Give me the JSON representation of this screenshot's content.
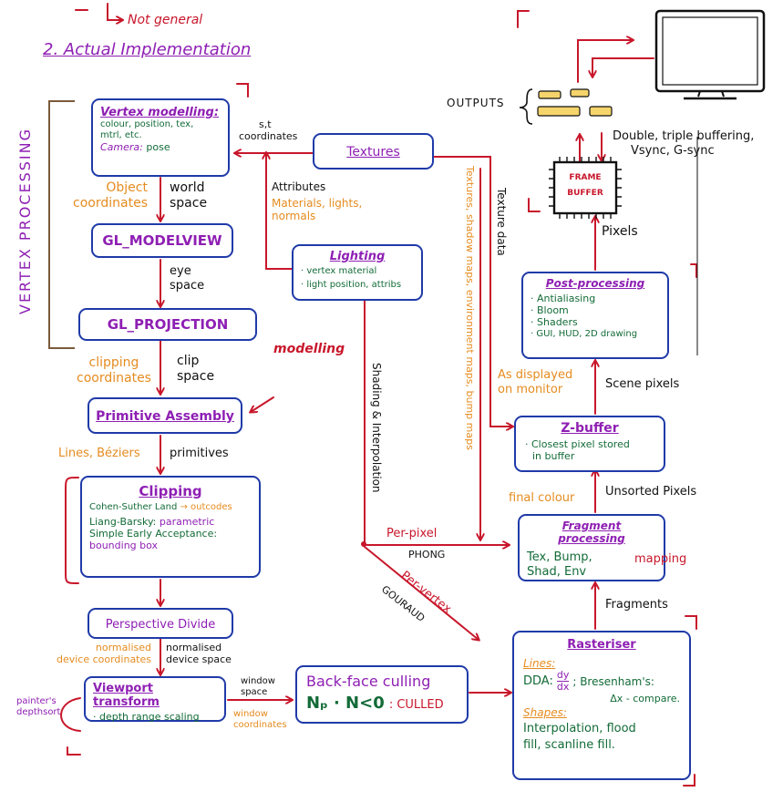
{
  "header": {
    "note": "Not general",
    "section_title": "2. Actual Implementation"
  },
  "side": {
    "vertex_processing": "VERTEX PROCESSING",
    "modelling": "modelling",
    "painters_line1": "painter's",
    "painters_line2": "depthsort"
  },
  "nodes": {
    "vertex_modelling": {
      "title": "Vertex modelling:",
      "line1": "colour, position, tex,",
      "line2": "mtrl, etc.",
      "camera_label": "Camera:",
      "camera_value": "pose"
    },
    "gl_modelview": {
      "title": "GL_MODELVIEW"
    },
    "gl_projection": {
      "title": "GL_PROJECTION"
    },
    "primitive_assembly": {
      "title": "Primitive Assembly"
    },
    "clipping": {
      "title": "Clipping",
      "line1_a": "Cohen-Suther Land",
      "line1_b": "→ outcodes",
      "line2_a": "Liang-Barsky:",
      "line2_b": "parametric",
      "line3": "Simple Early Acceptance:",
      "line4": "bounding box"
    },
    "perspective_divide": {
      "title": "Perspective Divide"
    },
    "viewport_transform": {
      "title": "Viewport transform",
      "bullet": "· depth range scaling"
    },
    "back_face_culling": {
      "title": "Back-face culling",
      "formula": "Nₚ · N<0",
      "result": ": CULLED"
    },
    "textures": {
      "title": "Textures"
    },
    "lighting": {
      "title": "Lighting",
      "bullet1": "· vertex material",
      "bullet2": "· light position, attribs"
    },
    "rasteriser": {
      "title": "Rasteriser",
      "lines_label": "Lines:",
      "dda": "DDA:",
      "dda_frac_top": "dy",
      "dda_frac_bottom": "dx",
      "bresenham": "; Bresenham's:",
      "bresenham_2": "Δx - compare.",
      "shapes_label": "Shapes:",
      "shapes_1": "Interpolation, flood",
      "shapes_2": "fill, scanline fill."
    },
    "fragment_processing": {
      "title": "Fragment processing",
      "line1": "Tex, Bump,",
      "line2": "Shad, Env",
      "mapping": "mapping"
    },
    "z_buffer": {
      "title": "Z-buffer",
      "line1": "· Closest pixel stored",
      "line2": "in buffer"
    },
    "post_processing": {
      "title": "Post-processing",
      "b1": "· Antialiasing",
      "b2": "· Bloom",
      "b3": "· Shaders",
      "b4": "· GUI, HUD, 2D drawing"
    },
    "frame_buffer": {
      "line1": "FRAME",
      "line2": "BUFFER"
    }
  },
  "edge_labels": {
    "object_coordinates": [
      "Object",
      "coordinates"
    ],
    "world_space": [
      "world",
      "space"
    ],
    "eye_space": [
      "eye",
      "space"
    ],
    "clipping_coordinates": [
      "clipping",
      "coordinates"
    ],
    "clip_space": [
      "clip",
      "space"
    ],
    "lines_beziers": "Lines, Béziers",
    "primitives": "primitives",
    "normalised_device_coordinates": [
      "normalised",
      "device coordinates"
    ],
    "normalised_device_space": [
      "normalised",
      "device space"
    ],
    "window_space": [
      "window",
      "space"
    ],
    "window_coordinates": [
      "window",
      "coordinates"
    ],
    "st_coordinates": [
      "s,t",
      "coordinates"
    ],
    "attributes": "Attributes",
    "materials_lights_normals": [
      "Materials, lights,",
      "normals"
    ],
    "shading_interpolation": "Shading & Interpolation",
    "per_pixel": "Per-pixel",
    "phong": "PHONG",
    "per_vertex": "Per-vertex",
    "gouraud": "GOURAUD",
    "texture_maps": "Textures, shadow maps, environment maps, bump maps",
    "texture_data": "Texture data",
    "fragments": "Fragments",
    "final_colour": "final colour",
    "unsorted_pixels": "Unsorted Pixels",
    "as_displayed": [
      "As displayed",
      "on monitor"
    ],
    "scene_pixels": "Scene pixels",
    "pixels": "Pixels",
    "outputs": "OUTPUTS",
    "buffering": [
      "Double, triple buffering,",
      "Vsync, G-sync"
    ]
  }
}
